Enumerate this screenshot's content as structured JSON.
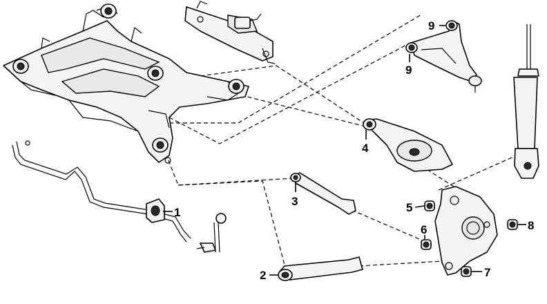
{
  "callouts": [
    {
      "id": "1",
      "part": "stabilizer-bushing"
    },
    {
      "id": "2",
      "part": "lower-link-bushing"
    },
    {
      "id": "3",
      "part": "toe-link-bushing"
    },
    {
      "id": "4",
      "part": "lower-control-arm-bushing"
    },
    {
      "id": "5",
      "part": "knuckle-bushing-upper"
    },
    {
      "id": "6",
      "part": "knuckle-bushing-lower"
    },
    {
      "id": "7",
      "part": "knuckle-bushing-rear"
    },
    {
      "id": "8",
      "part": "knuckle-bushing-outer"
    },
    {
      "id": "9a",
      "label": "9",
      "part": "upper-arm-bushing-front"
    },
    {
      "id": "9b",
      "label": "9",
      "part": "upper-arm-bushing-rear"
    }
  ]
}
